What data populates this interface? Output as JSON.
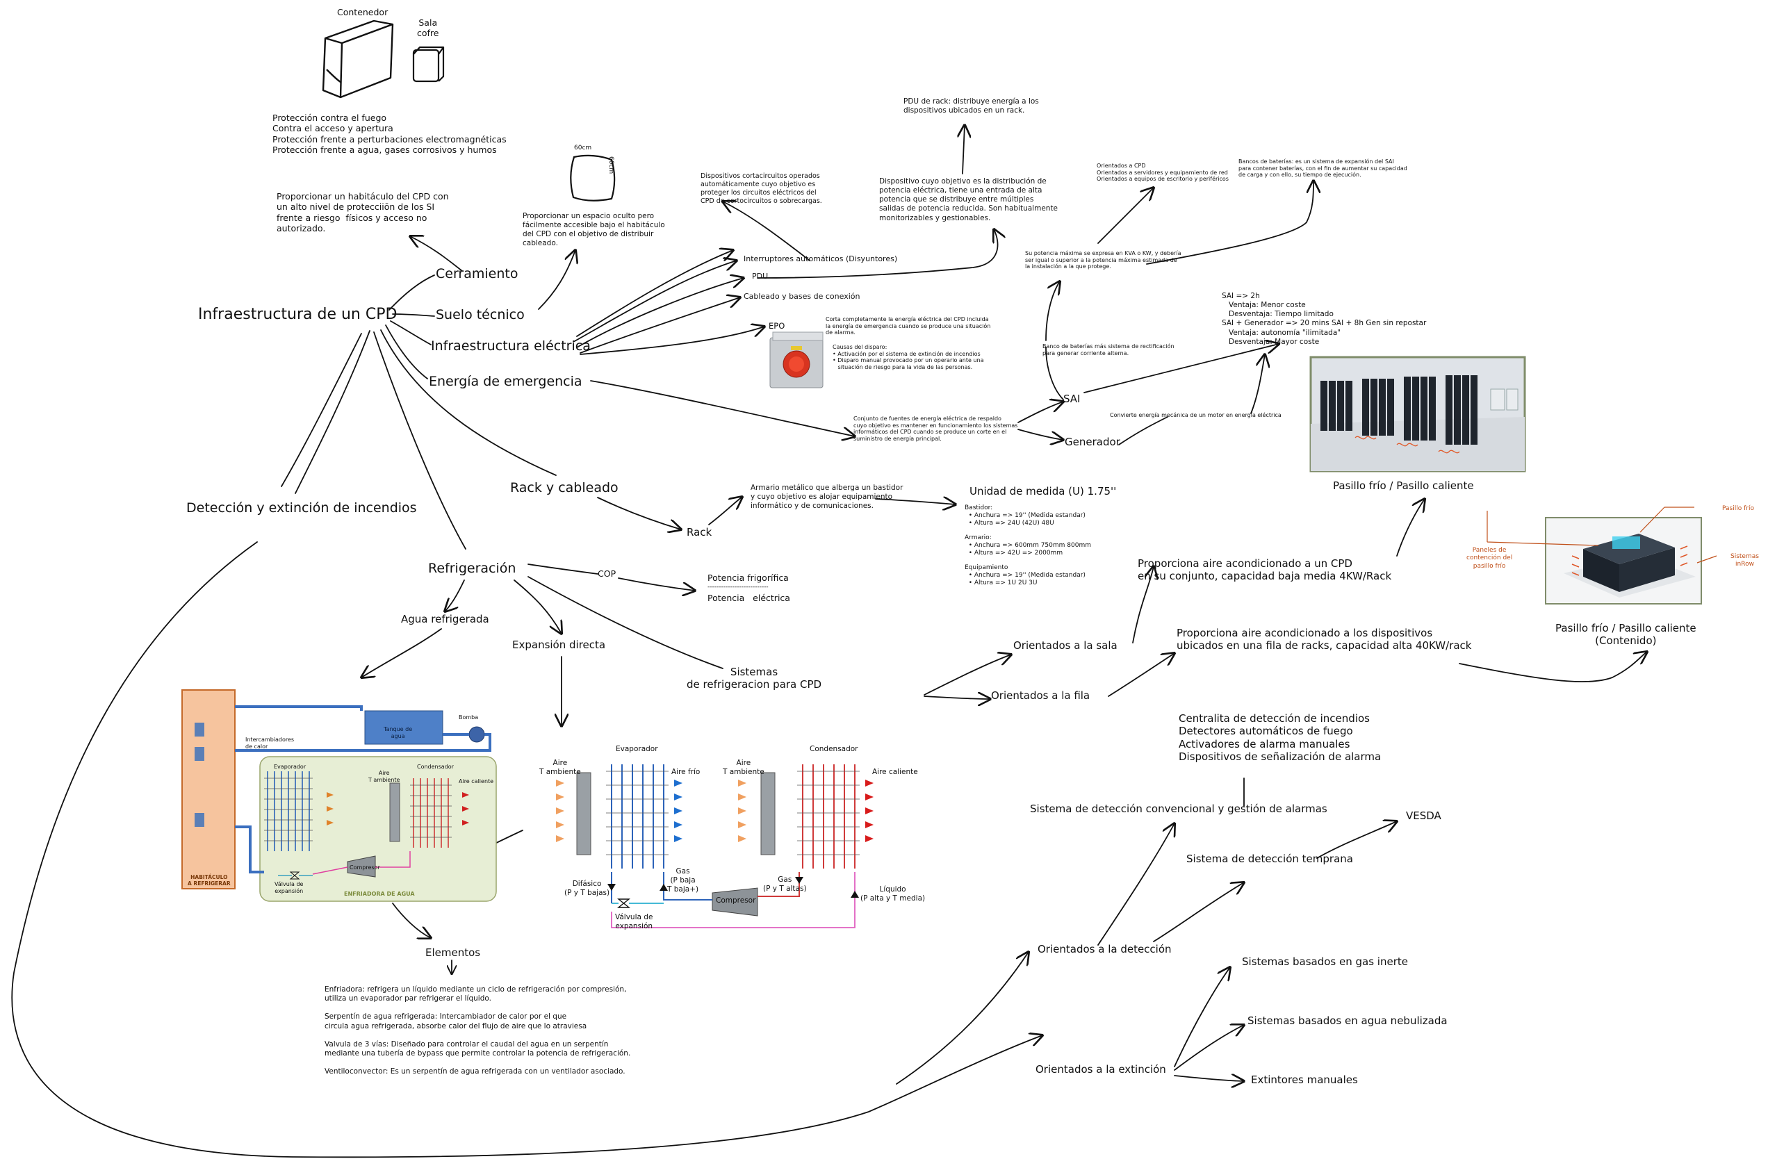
{
  "root": "Infraestructura de un CPD",
  "cerramiento": {
    "label": "Cerramiento",
    "contenedor": "Contenedor",
    "sala_cofre": "Sala\ncofre",
    "protecciones": "Protección contra el fuego\nContra el acceso y apertura\nProtección frente a perturbaciones electromagnéticas\nProtección frente a agua, gases corrosivos y humos",
    "desc": "Proporcionar un habitáculo del CPD con\nun alto nivel de protecciiōn de los SI\nfrente a riesgo  físicos y acceso no\nautorizado."
  },
  "suelo": {
    "label": "Suelo técnico",
    "dim_w": "60cm",
    "dim_h": "60cm",
    "desc": "Proporcionar un espacio oculto pero\nfácilmente accesible bajo el habitáculo\ndel CPD con el objetivo de distribuir\ncableado."
  },
  "electrica": {
    "label": "Infraestructura eléctrica",
    "interruptores": "Interruptores automáticos (Disyuntores)",
    "interruptores_desc": "Dispositivos cortacircuitos operados\nautomáticamente cuyo objetivo es\nproteger los circuitos eléctricos del\nCPD de cortocircuitos o sobrecargas.",
    "pdu": "PDU",
    "pdu_desc": "Dispositivo cuyo objetivo es la distribución de\npotencia eléctrica, tiene una entrada de alta\npotencia que se distribuye entre múltiples\nsalidas de potencia reducida. Son habitualmente\nmonitorizables y gestionables.",
    "pdu_rack": "PDU de rack: distribuye energía a los\ndispositivos ubicados en un rack.",
    "cableado": "Cableado y bases de conexión",
    "epo": "EPO",
    "epo_desc": "Corta completamente la energía eléctrica del CPD incluida\nla energía de emergencia cuando se produce una situación\nde alarma.",
    "epo_causas": "Causas del disparo:\n• Activación por el sistema de extinción de incendios\n• Disparo manual provocado por un operario ante una\n   situación de riesgo para la vida de las personas."
  },
  "emergencia": {
    "label": "Energía de emergencia",
    "desc": "Conjunto de fuentes de energía eléctrica de respaldo\ncuyo objetivo es mantener en funcionamiento los sistemas\ninformáticos del CPD cuando se produce un corte en el\nsuministro de energía principal.",
    "sai": "SAI",
    "generador": "Generador",
    "banco": "Banco de baterías más sistema de rectificación\npara generar corriente alterna.",
    "potencia": "Su potencia máxima se expresa en KVA o KW, y debería\nser igual o superior a la potencia máxima estimada de\nla instalación a la que protege.",
    "orientados": "Orientados a CPD\nOrientados a servidores y equipamiento de red\nOrientados a equipos de escritorio y periféricos",
    "bancos_baterias": "Bancos de baterías: es un sistema de expansión del SAI\npara contener baterías, con el fin de aumentar su capacidad\nde carga y con ello, su tiempo de ejecución.",
    "sai_comp": "SAI => 2h\n   Ventaja: Menor coste\n   Desventaja: Tiempo limitado\nSAI + Generador => 20 mins SAI + 8h Gen sin repostar\n   Ventaja: autonomía \"ilimitada\"\n   Desventaja: Mayor coste",
    "gen_desc": "Convierte energía mecánica de un motor en energía eléctrica"
  },
  "rack": {
    "label": "Rack y cableado",
    "rack": "Rack",
    "desc": "Armario metálico que alberga un bastidor\ny cuyo objetivo es alojar equipamiento\ninformático y de comunicaciones.",
    "unidad": "Unidad de medida (U) 1.75''",
    "medidas": "Bastidor:\n  • Anchura => 19'' (Medida estandar)\n  • Altura => 24U (42U) 48U\n\nArmario:\n  • Anchura => 600mm 750mm 800mm\n  • Altura => 42U => 2000mm\n\nEquipamiento\n  • Anchura => 19'' (Medida estandar)\n  • Altura => 1U 2U 3U"
  },
  "refrigeracion": {
    "label": "Refrigeración",
    "cop": "COP",
    "cop_num": "Potencia frigorífica",
    "cop_sep": "---------------------------",
    "cop_den": "Potencia   eléctrica",
    "agua": "Agua refrigerada",
    "expansion": "Expansión directa",
    "sistemas": "Sistemas\nde refrigeracion para CPD",
    "sala": "Orientados a la sala",
    "fila": "Orientados a la fila",
    "sala_desc": "Proporciona aire acondicionado a un CPD\nen su conjunto, capacidad baja media 4KW/Rack",
    "fila_desc": "Proporciona aire acondicionado a los dispositivos\nubicados en una fila de racks, capacidad alta 40KW/rack",
    "pasillo": "Pasillo frío / Pasillo caliente",
    "pasillo_cont": "Pasillo frío / Pasillo caliente\n(Contenido)",
    "pasillo_frio": "Pasillo frío",
    "paneles": "Paneles de\ncontención del\npasillo frío",
    "inrow": "Sistemas\ninRow",
    "elementos": "Elementos",
    "elementos_desc": "Enfriadora: refrigera un líquido mediante un ciclo de refrigeración por compresión,\nutiliza un evaporador par refrigerar el líquido.\n\nSerpentín de agua refrigerada: Intercambiador de calor por el que\ncircula agua refrigerada, absorbe calor del flujo de aire que lo atraviesa\n\nValvula de 3 vías: Diseñado para controlar el caudal del agua en un serpentín\nmediante una tubería de bypass que permite controlar la potencia de refrigeración.\n\nVentiloconvector: Es un serpentín de agua refrigerada con un ventilador asociado."
  },
  "chiller_diagram": {
    "habitaculo": "HABITÁCULO\nA REFRIGERAR",
    "intercambiadores": "Intercambiadores\nde calor",
    "tanque": "Tanque de\nagua",
    "bomba": "Bomba",
    "evaporador": "Evaporador",
    "condensador": "Condensador",
    "aire_ambiente": "Aire\nT ambiente",
    "aire_caliente": "Aire caliente",
    "compresor": "Compresor",
    "valvula": "Válvula de\nexpansión",
    "enfriadora": "ENFRIADORA DE AGUA"
  },
  "dx_diagram": {
    "aire_ambiente": "Aire\nT ambiente",
    "evaporador": "Evaporador",
    "aire_frio": "Aire frío",
    "condensador": "Condensador",
    "aire_caliente": "Aire caliente",
    "difasico": "Difásico\n(P y T bajas)",
    "gas_baja": "Gas\n(P baja\nT baja+)",
    "gas_alta": "Gas\n(P y T altas)",
    "liquido": "Líquido\n(P alta y T media)",
    "compresor": "Compresor",
    "valvula": "Válvula de\nexpansión"
  },
  "incendios": {
    "label": "Detección y extinción de incendios",
    "deteccion": "Orientados a la detección",
    "extincion": "Orientados a la extinción",
    "convencional": "Sistema de detección convencional y gestión de alarmas",
    "convencional_items": "Centralita de detección de incendios\nDetectores automáticos de fuego\nActivadores de alarma manuales\nDispositivos de señalización de alarma",
    "temprana": "Sistema de detección temprana",
    "vesda": "VESDA",
    "gas": "Sistemas basados en gas inerte",
    "agua": "Sistemas basados en agua nebulizada",
    "extintores": "Extintores manuales"
  }
}
